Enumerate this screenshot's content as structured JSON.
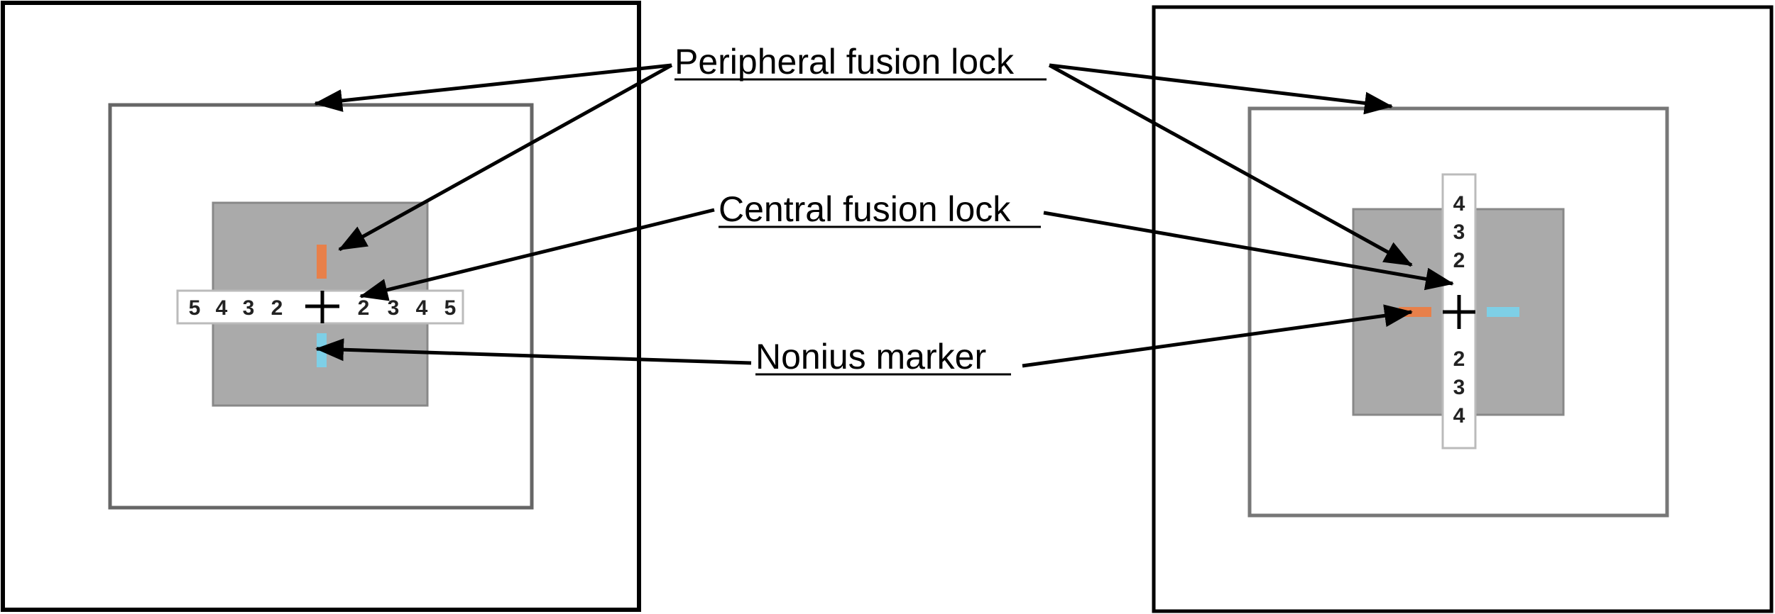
{
  "labels": {
    "peripheral": "Peripheral fusion lock",
    "central": "Central fusion lock",
    "nonius": "Nonius marker"
  },
  "left_scale": [
    "5",
    "4",
    "3",
    "2",
    "2",
    "3",
    "4",
    "5"
  ],
  "right_scale": [
    "4",
    "3",
    "2",
    "2",
    "3",
    "4"
  ],
  "colors": {
    "orange_marker": "#e8804a",
    "cyan_marker": "#7ecfe6",
    "gray_patch": "#aaaaaa",
    "frame": "#000000"
  }
}
